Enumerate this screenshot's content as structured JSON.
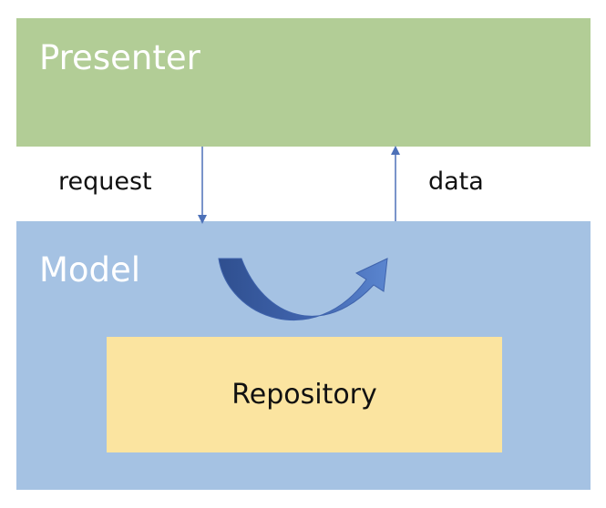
{
  "diagram": {
    "presenter": {
      "label": "Presenter",
      "color": "#b2cd96"
    },
    "model": {
      "label": "Model",
      "color": "#a5c2e3"
    },
    "repository": {
      "label": "Repository",
      "color": "#fbe4a0"
    },
    "edges": {
      "request": {
        "label": "request",
        "from": "Presenter",
        "to": "Model"
      },
      "data": {
        "label": "data",
        "from": "Model",
        "to": "Presenter"
      }
    },
    "arrow_color": "#4d71b8",
    "curved_arrow_color": "#3f63ac"
  }
}
